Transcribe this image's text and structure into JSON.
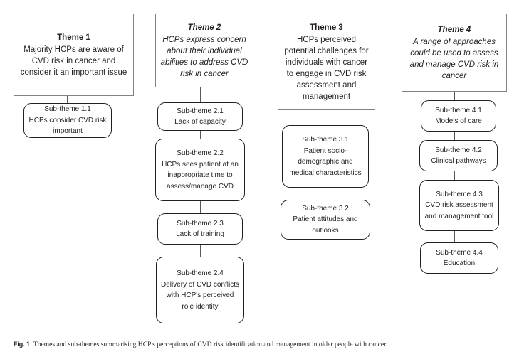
{
  "figure": {
    "label": "Fig. 1",
    "caption": "Themes and sub-themes summarising HCP's perceptions of CVD risk identification and management in older people with cancer",
    "background_color": "#ffffff",
    "theme_border_color": "#808285",
    "sub_border_color": "#231f20",
    "connector_color": "#58595b"
  },
  "columns": [
    {
      "theme": {
        "title": "Theme 1",
        "description": "Majority HCPs are aware of CVD risk in cancer and consider it an important issue",
        "italic": false
      },
      "subthemes": [
        {
          "label": "Sub-theme 1.1",
          "description": "HCPs consider CVD risk important"
        }
      ]
    },
    {
      "theme": {
        "title": "Theme 2",
        "description": "HCPs express concern about their individual abilities to address CVD risk in cancer",
        "italic": true
      },
      "subthemes": [
        {
          "label": "Sub-theme 2.1",
          "description": "Lack of capacity"
        },
        {
          "label": "Sub-theme 2.2",
          "description": "HCPs sees patient at an inappropriate time to assess/manage CVD"
        },
        {
          "label": "Sub-theme 2.3",
          "description": "Lack of training"
        },
        {
          "label": "Sub-theme 2.4",
          "description": "Delivery of CVD conflicts with HCP's perceived role identity"
        }
      ]
    },
    {
      "theme": {
        "title": "Theme 3",
        "description": "HCPs perceived potential challenges for individuals with cancer to engage in CVD risk assessment and management",
        "italic": false
      },
      "subthemes": [
        {
          "label": "Sub-theme 3.1",
          "description": "Patient socio-demographic and medical characteristics"
        },
        {
          "label": "Sub-theme 3.2",
          "description": "Patient attitudes and outlooks"
        }
      ]
    },
    {
      "theme": {
        "title": "Theme 4",
        "description": "A range of approaches could be used to assess and manage CVD risk in cancer",
        "italic": true
      },
      "subthemes": [
        {
          "label": "Sub-theme 4.1",
          "description": "Models of care"
        },
        {
          "label": "Sub-theme 4.2",
          "description": "Clinical pathways"
        },
        {
          "label": "Sub-theme 4.3",
          "description": "CVD risk assessment and management tool"
        },
        {
          "label": "Sub-theme 4.4",
          "description": "Education"
        }
      ]
    }
  ]
}
